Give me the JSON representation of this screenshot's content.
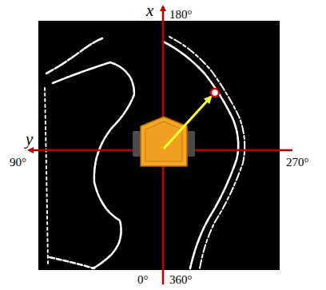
{
  "diagram": {
    "labels": [
      "x",
      "180°",
      "y",
      "90°",
      "270°",
      "0°",
      "360°"
    ]
  }
}
